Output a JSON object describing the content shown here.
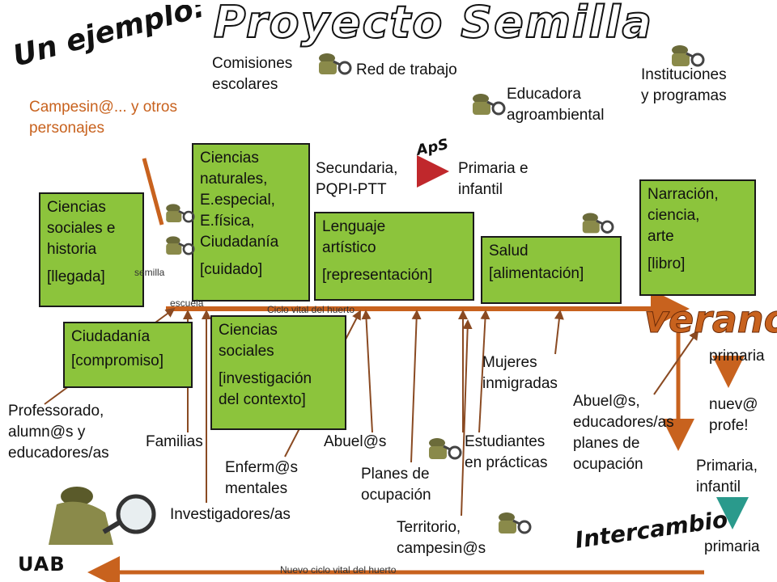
{
  "title": {
    "example": "Un ejemplo:",
    "project": "Proyecto Semilla",
    "summer": "verano",
    "exchange": "Intercambio",
    "aps": "ApS"
  },
  "top_labels": {
    "comisiones": [
      "Comisiones",
      "escolares"
    ],
    "red": "Red de trabajo",
    "instituciones": [
      "Instituciones",
      "y programas"
    ],
    "educadora": [
      "Educadora",
      "agroambiental"
    ],
    "campesin": [
      "Campesin@... y otros",
      "personajes"
    ]
  },
  "aps_labels": {
    "secundaria": [
      "Secundaria,",
      "PQPI-PTT"
    ],
    "primaria_infantil": [
      "Primaria e",
      "infantil"
    ]
  },
  "boxes": {
    "ciencias_sociales_historia": {
      "lines": [
        "Ciencias",
        "sociales e",
        "historia"
      ],
      "tag": "[llegada]"
    },
    "ciencias_naturales": {
      "lines": [
        "Ciencias",
        "naturales,",
        "E.especial,",
        "E.física,",
        "Ciudadanía"
      ],
      "tag": "[cuidado]"
    },
    "lenguaje": {
      "lines": [
        "Lenguaje",
        "artístico"
      ],
      "tag": "[representación]"
    },
    "salud": {
      "lines": [
        "Salud"
      ],
      "tag": "[alimentación]"
    },
    "narracion": {
      "lines": [
        "Narración,",
        "ciencia,",
        "arte"
      ],
      "tag": "[libro]"
    },
    "ciudadania": {
      "lines": [
        "Ciudadanía"
      ],
      "tag": "[compromiso]"
    },
    "ciencias_sociales_inv": {
      "lines": [
        "Ciencias",
        "sociales"
      ],
      "tag_lines": [
        "[investigación",
        "del contexto]"
      ]
    }
  },
  "small_labels": {
    "semilla": "semilla",
    "escuela": "escuela",
    "ciclo": "Ciclo vital del huerto",
    "nuevo_ciclo": "Nuevo ciclo vital del huerto"
  },
  "actors": {
    "profesorado": [
      "Professorado,",
      "alumn@s y",
      "educadores/as"
    ],
    "familias": "Familias",
    "enfermos": [
      "Enferm@s",
      "mentales"
    ],
    "investigadores": "Investigadores/as",
    "abuelos": "Abuel@s",
    "planes": [
      "Planes de",
      "ocupación"
    ],
    "territorio": [
      "Territorio,",
      "campesin@s"
    ],
    "estudiantes": [
      "Estudiantes",
      "en prácticas"
    ],
    "mujeres": [
      "Mujeres",
      "inmigradas"
    ],
    "abuelos2": [
      "Abuel@s,",
      "educadores/as",
      "planes de",
      "ocupación"
    ]
  },
  "right_column": {
    "primaria1": "primaria",
    "nuevo_profe": [
      "nuev@",
      "profe!"
    ],
    "primaria_infantil": [
      "Primaria,",
      "infantil"
    ],
    "primaria2": "primaria"
  },
  "logo": "UAB",
  "colors": {
    "box_green": "#8cc43c",
    "arrow_orange": "#c8621e",
    "arrow_teal": "#2a9a8c",
    "aps_red": "#c0282c"
  }
}
